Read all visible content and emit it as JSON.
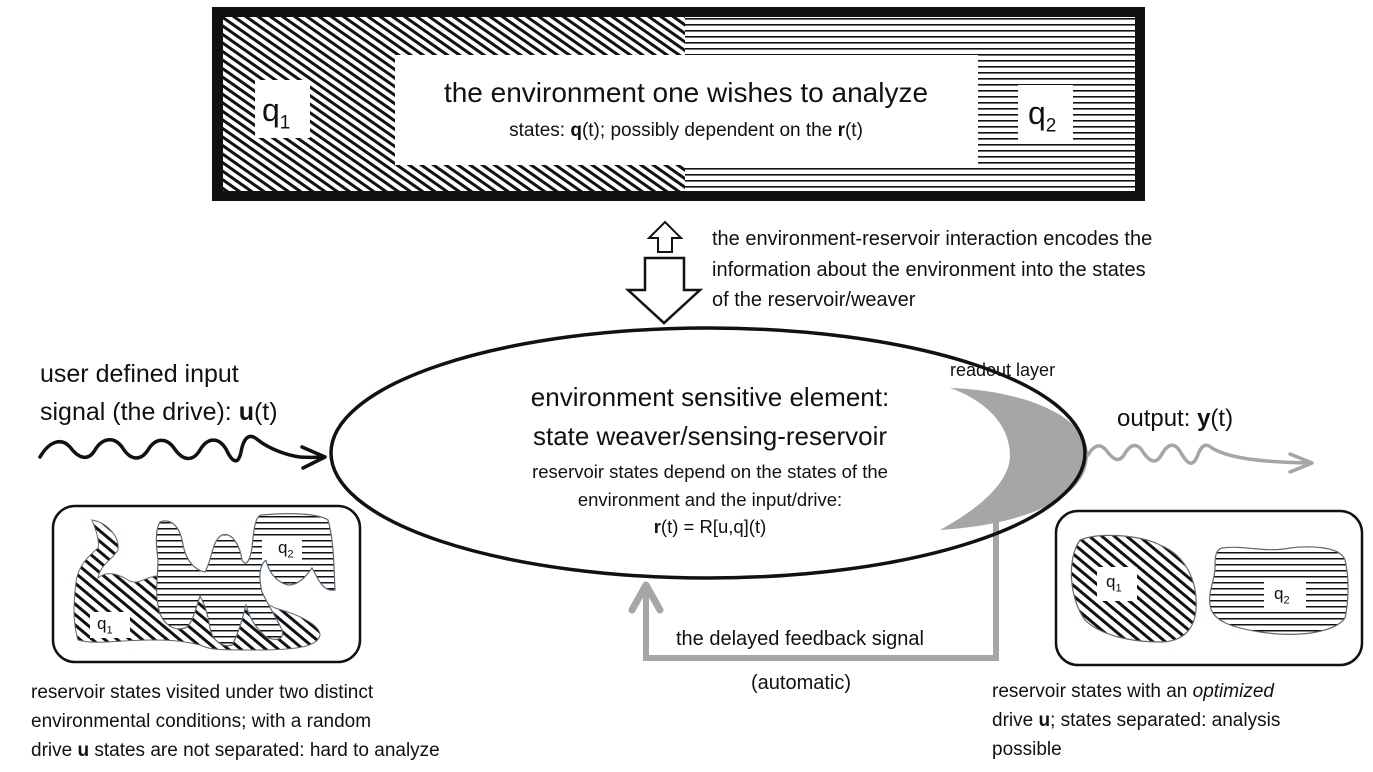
{
  "environment": {
    "title": "the environment one wishes to analyze",
    "subtitle_prefix": "states: ",
    "subtitle_q": "q",
    "subtitle_mid": "(t); possibly dependent on the ",
    "subtitle_r": "r",
    "subtitle_suffix": "(t)",
    "state1_label": "q",
    "state1_sub": "1",
    "state2_label": "q",
    "state2_sub": "2"
  },
  "interaction": {
    "lines": [
      "the environment-reservoir interaction encodes the",
      "information about the environment into the states",
      "of the reservoir/weaver"
    ],
    "icon": "bidirectional-arrow-icon"
  },
  "input": {
    "line1": "user defined input",
    "line2_prefix": "signal (the drive): ",
    "line2_bold": "u",
    "line2_suffix": "(t)"
  },
  "reservoir": {
    "title_line1": "environment sensitive element:",
    "title_line2": "state weaver/sensing-reservoir",
    "desc_line1": "reservoir states depend on the states of the",
    "desc_line2": "environment and the input/drive:",
    "formula_bold": "r",
    "formula_rest": "(t) = R[u,q](t)"
  },
  "readout": {
    "label": "readout layer",
    "color": "#a6a6a6"
  },
  "output": {
    "prefix": "output: ",
    "bold": "y",
    "suffix": "(t)",
    "color": "#a6a6a6"
  },
  "feedback": {
    "label": "the delayed feedback signal",
    "sublabel": "(automatic)",
    "color": "#a6a6a6"
  },
  "left_panel": {
    "q1_label": "q",
    "q1_sub": "1",
    "q2_label": "q",
    "q2_sub": "2",
    "caption_line1": "reservoir states visited under two distinct",
    "caption_line2": "environmental conditions; with a random",
    "caption_line3_prefix": "drive ",
    "caption_line3_bold": "u",
    "caption_line3_suffix": " states are not separated: hard to analyze"
  },
  "right_panel": {
    "q1_label": "q",
    "q1_sub": "1",
    "q2_label": "q",
    "q2_sub": "2",
    "caption_line1_prefix": "reservoir states with an ",
    "caption_line1_italic": "optimized",
    "caption_line2_prefix": "drive ",
    "caption_line2_bold": "u",
    "caption_line2_suffix": "; states separated: analysis",
    "caption_line3": "possible"
  }
}
